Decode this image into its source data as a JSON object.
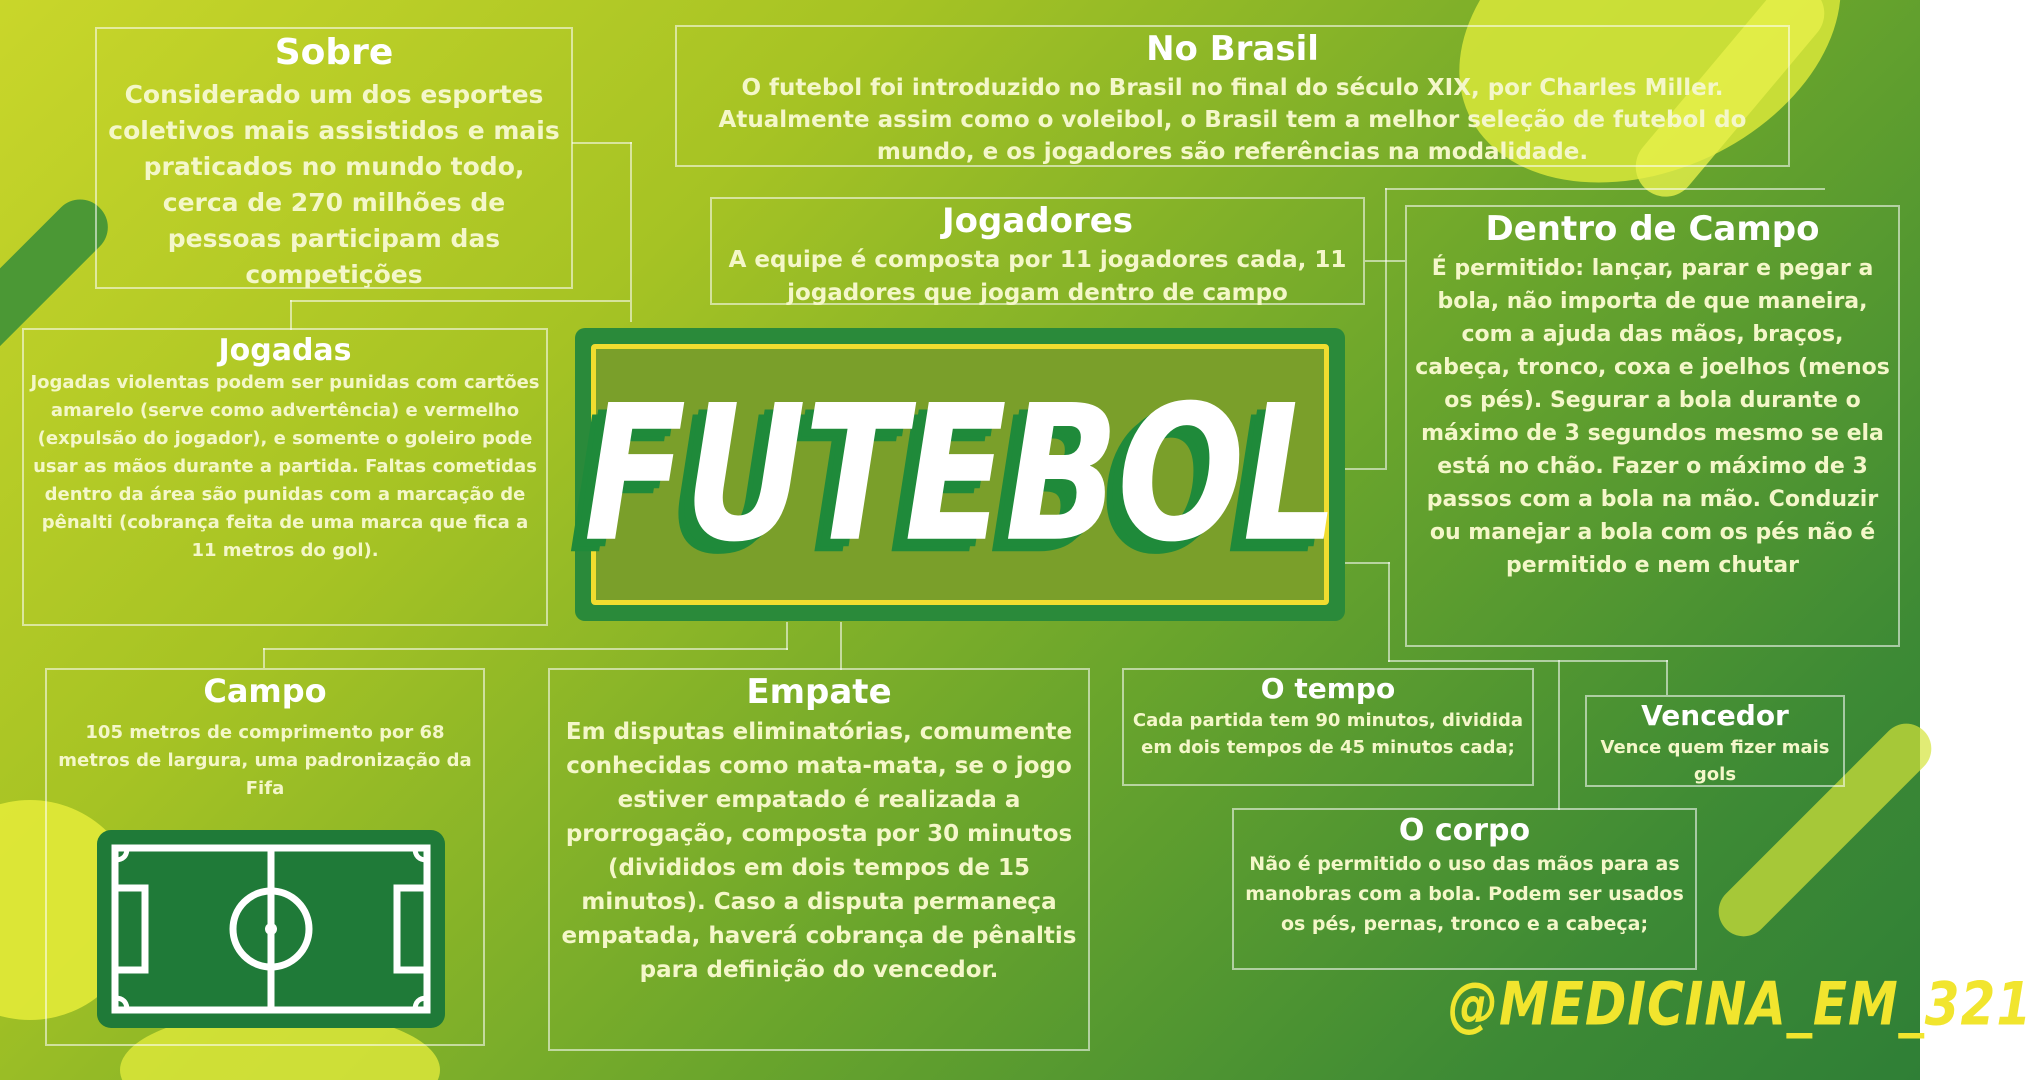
{
  "center": {
    "title": "FUTEBOL"
  },
  "sections": {
    "sobre": {
      "title": "Sobre",
      "text": "Considerado um dos esportes coletivos mais assistidos e mais praticados no mundo todo, cerca de 270 milhões de pessoas participam das competições"
    },
    "no_brasil": {
      "title": "No Brasil",
      "text": "O futebol foi introduzido no Brasil no final do século XIX, por Charles Miller. Atualmente assim como o voleibol, o Brasil tem a melhor seleção de futebol do mundo, e os jogadores são referências na modalidade."
    },
    "jogadores": {
      "title": "Jogadores",
      "text": "A equipe é composta por 11 jogadores cada, 11 jogadores que jogam dentro de campo"
    },
    "dentro_de_campo": {
      "title": "Dentro de Campo",
      "text": "É permitido: lançar, parar e pegar a bola, não importa de que maneira, com a ajuda das mãos, braços, cabeça, tronco, coxa e joelhos (menos os pés). Segurar a bola durante o máximo de 3 segundos mesmo se ela está no chão. Fazer o máximo de 3 passos com a bola na mão. Conduzir ou manejar a bola com os pés não é permitido e nem chutar"
    },
    "jogadas": {
      "title": "Jogadas",
      "text": "Jogadas violentas podem ser punidas com cartões amarelo (serve como advertência) e vermelho (expulsão do jogador), e somente o goleiro pode usar as mãos durante a partida. Faltas cometidas dentro da área são punidas com a marcação de pênalti (cobrança feita de uma marca que fica a 11 metros do gol)."
    },
    "campo": {
      "title": "Campo",
      "text": "105 metros de comprimento por 68 metros de largura, uma padronização da Fifa"
    },
    "empate": {
      "title": "Empate",
      "text": "Em disputas eliminatórias, comumente conhecidas como mata-mata, se o jogo estiver empatado é realizada a prorrogação, composta por 30 minutos (divididos em dois tempos de 15 minutos). Caso a disputa permaneça empatada, haverá cobrança de pênaltis para definição do vencedor."
    },
    "o_tempo": {
      "title": "O tempo",
      "text": "Cada partida tem 90 minutos, dividida em dois tempos de 45 minutos cada;"
    },
    "vencedor": {
      "title": "Vencedor",
      "text": "Vence quem fizer mais gols"
    },
    "o_corpo": {
      "title": "O corpo",
      "text": "Não é permitido o uso das mãos para as manobras com a bola. Podem ser usados os pés, pernas, tronco e a cabeça;"
    }
  },
  "handle": "@MEDICINA_EM_321",
  "colors": {
    "background_light": "#c9d62a",
    "background_dark": "#2f7f36",
    "center_green": "#2a8a3a",
    "center_panel": "#7a9f2a",
    "accent_yellow": "#f1dd2f",
    "text_white": "#ffffff"
  },
  "icons": [
    "soccer-field-icon"
  ]
}
